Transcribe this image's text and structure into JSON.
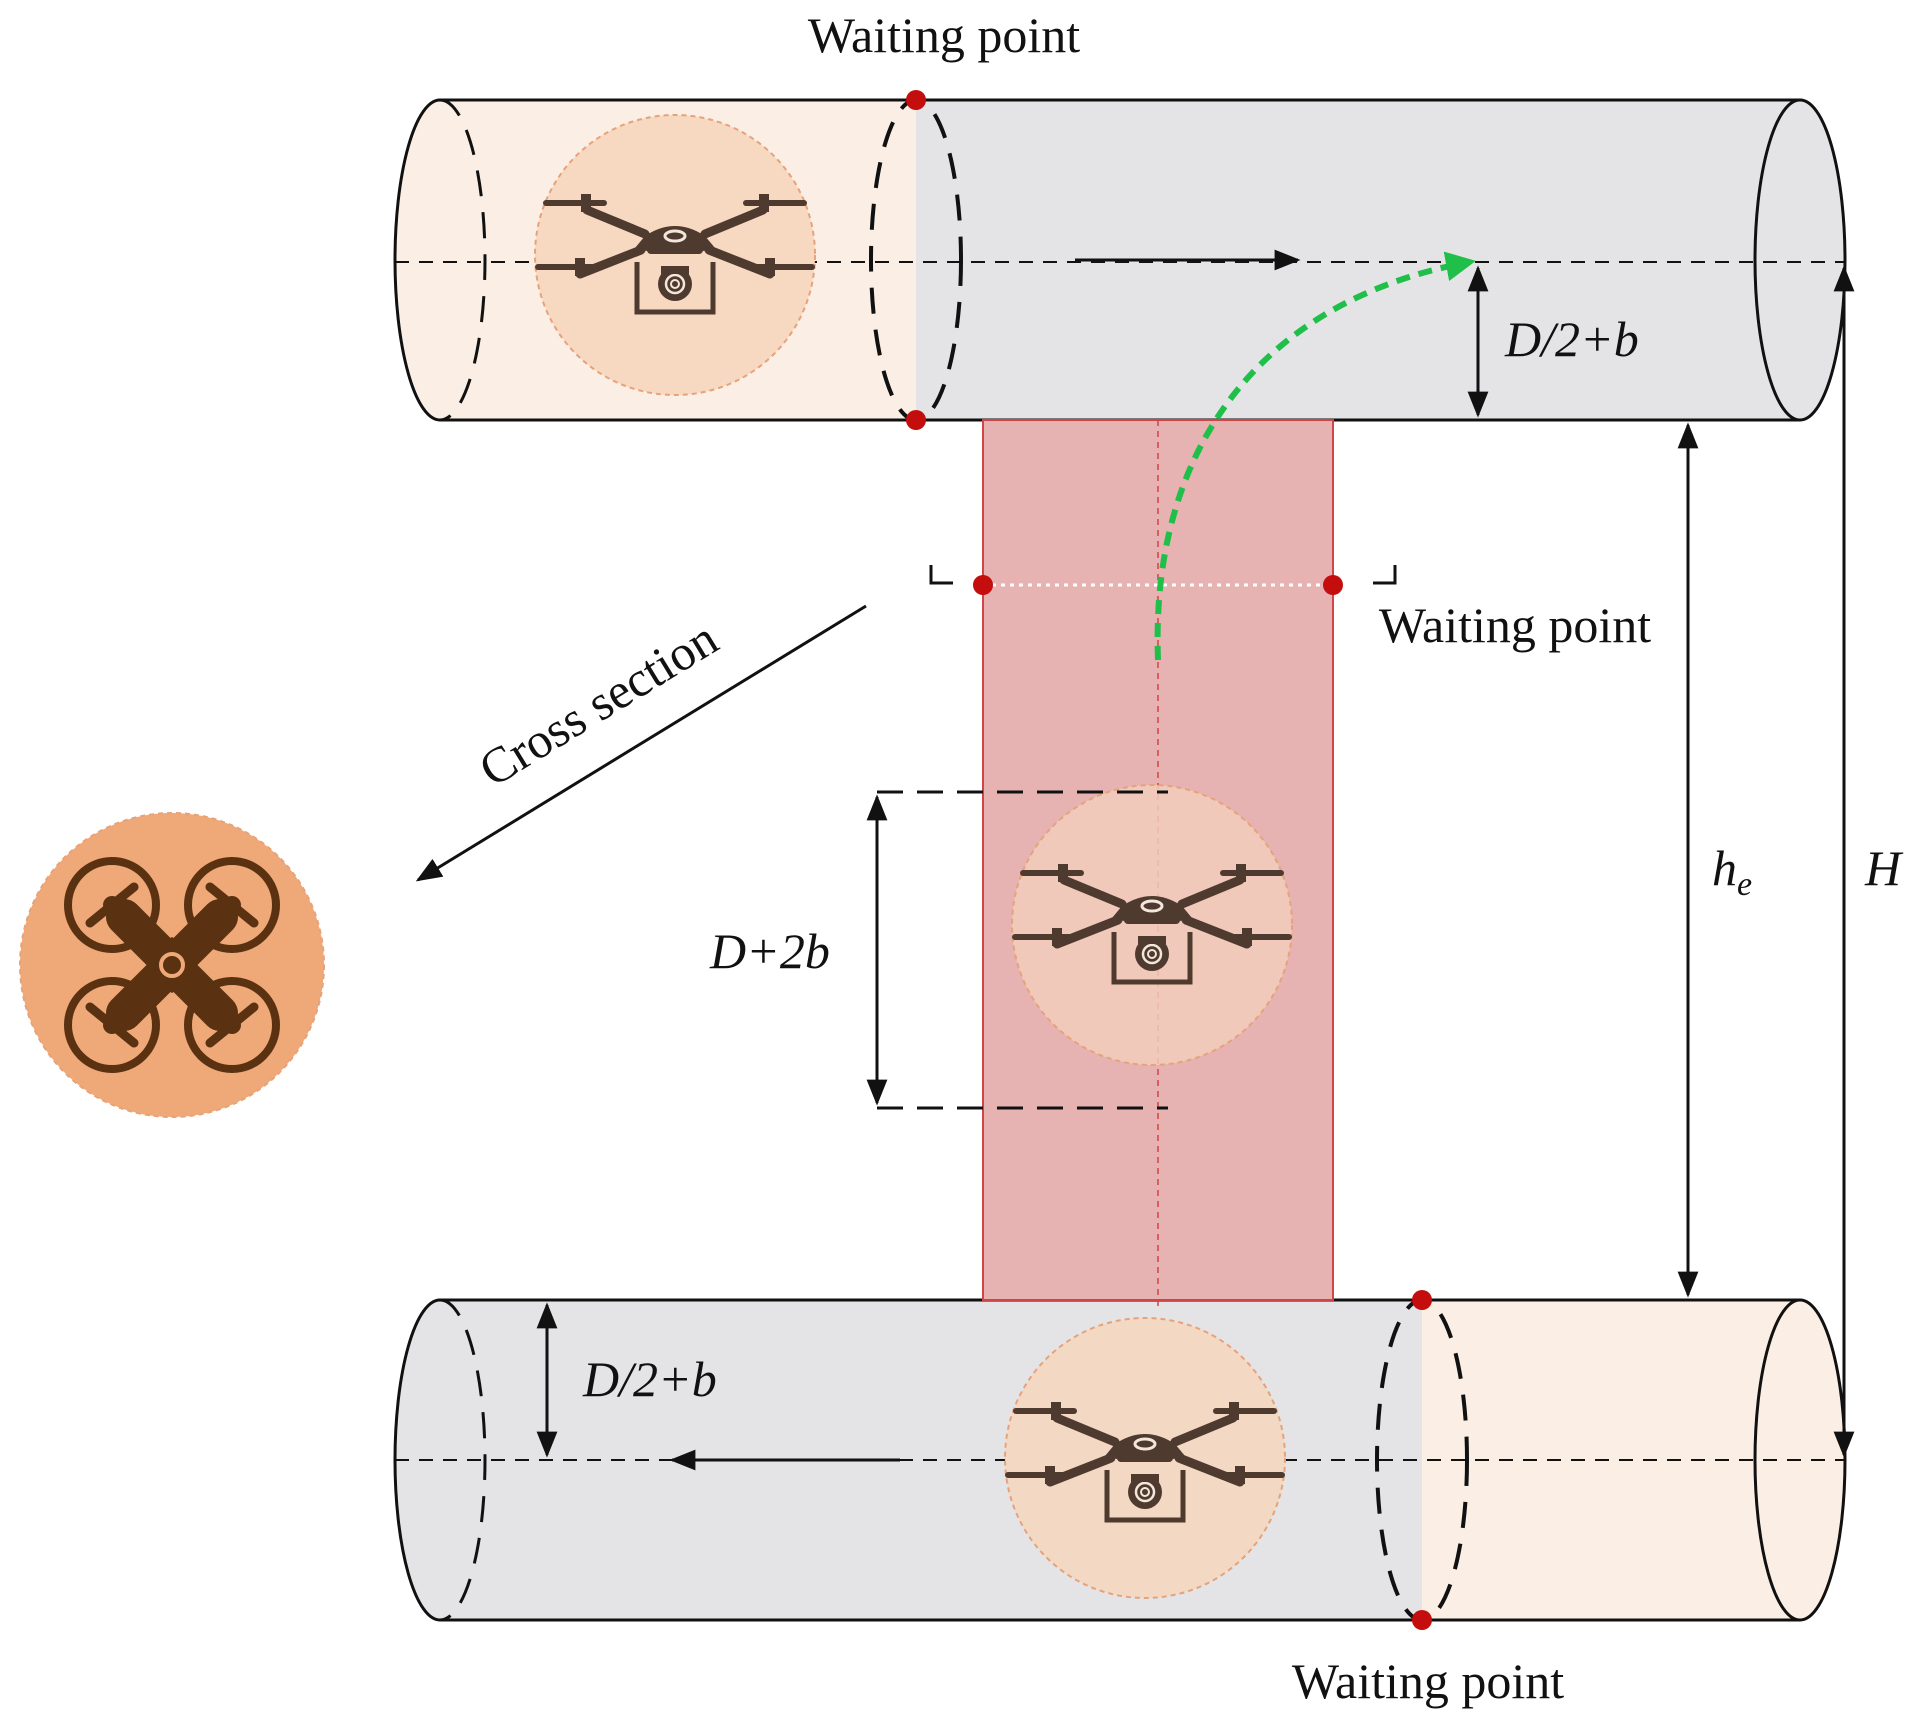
{
  "labels": {
    "waiting_top": "Waiting point",
    "waiting_middle": "Waiting point",
    "waiting_bottom": "Waiting point",
    "cross_section": "Cross section",
    "dim_top": "D/2+b",
    "dim_bottom": "D/2+b",
    "dim_vertical_corridor": "D+2b",
    "he_main": "h",
    "he_sub": "e",
    "H": "H"
  },
  "colors": {
    "corridor_fill": "#e4e4e6",
    "waiting_zone_fill": "#fbeee4",
    "vertical_fill": "#e6b2b2",
    "vertical_stroke": "#d04545",
    "drone_circle_fill": "#f7d9c2",
    "drone_circle_stroke": "#e6a37a",
    "drone_color": "#4e3a2e",
    "cross_section_fill": "#efa877",
    "cross_section_drone": "#5a3212",
    "waiting_point_dot": "#c40d0d",
    "transition_path": "#1fbf4a",
    "line": "#111111"
  },
  "icons": {
    "drone_side": "quadcopter-side-icon",
    "drone_top": "quadcopter-top-icon"
  }
}
